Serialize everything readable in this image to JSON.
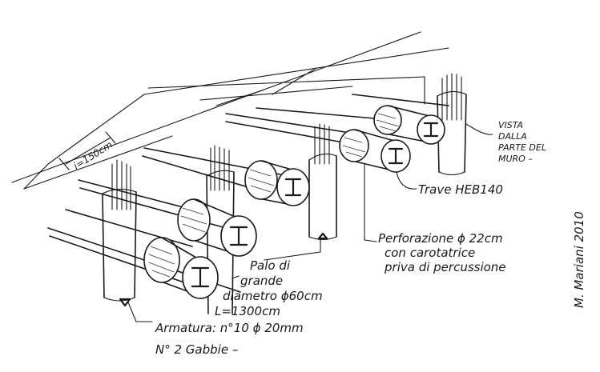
{
  "labels": {
    "interasse": "i=150cm",
    "vista_line1": "VISTA",
    "vista_line2": "DALLA",
    "vista_line3": "PARTE DEL",
    "vista_line4": "MURO –",
    "trave": "Trave HEB140",
    "perforazione_line1": "Perforazione ϕ 22cm",
    "perforazione_line2": "con carotatrice",
    "perforazione_line3": "priva di percussione",
    "palo_line1": "Palo di",
    "palo_line2": "grande",
    "palo_line3": "diametro ϕ60cm",
    "palo_line4": "L=1300cm",
    "palo_line5": "Armatura: n°10 ϕ 20mm",
    "palo_line6": "N° 2 Gabbie –",
    "signature": "M. Mariani 2010"
  }
}
